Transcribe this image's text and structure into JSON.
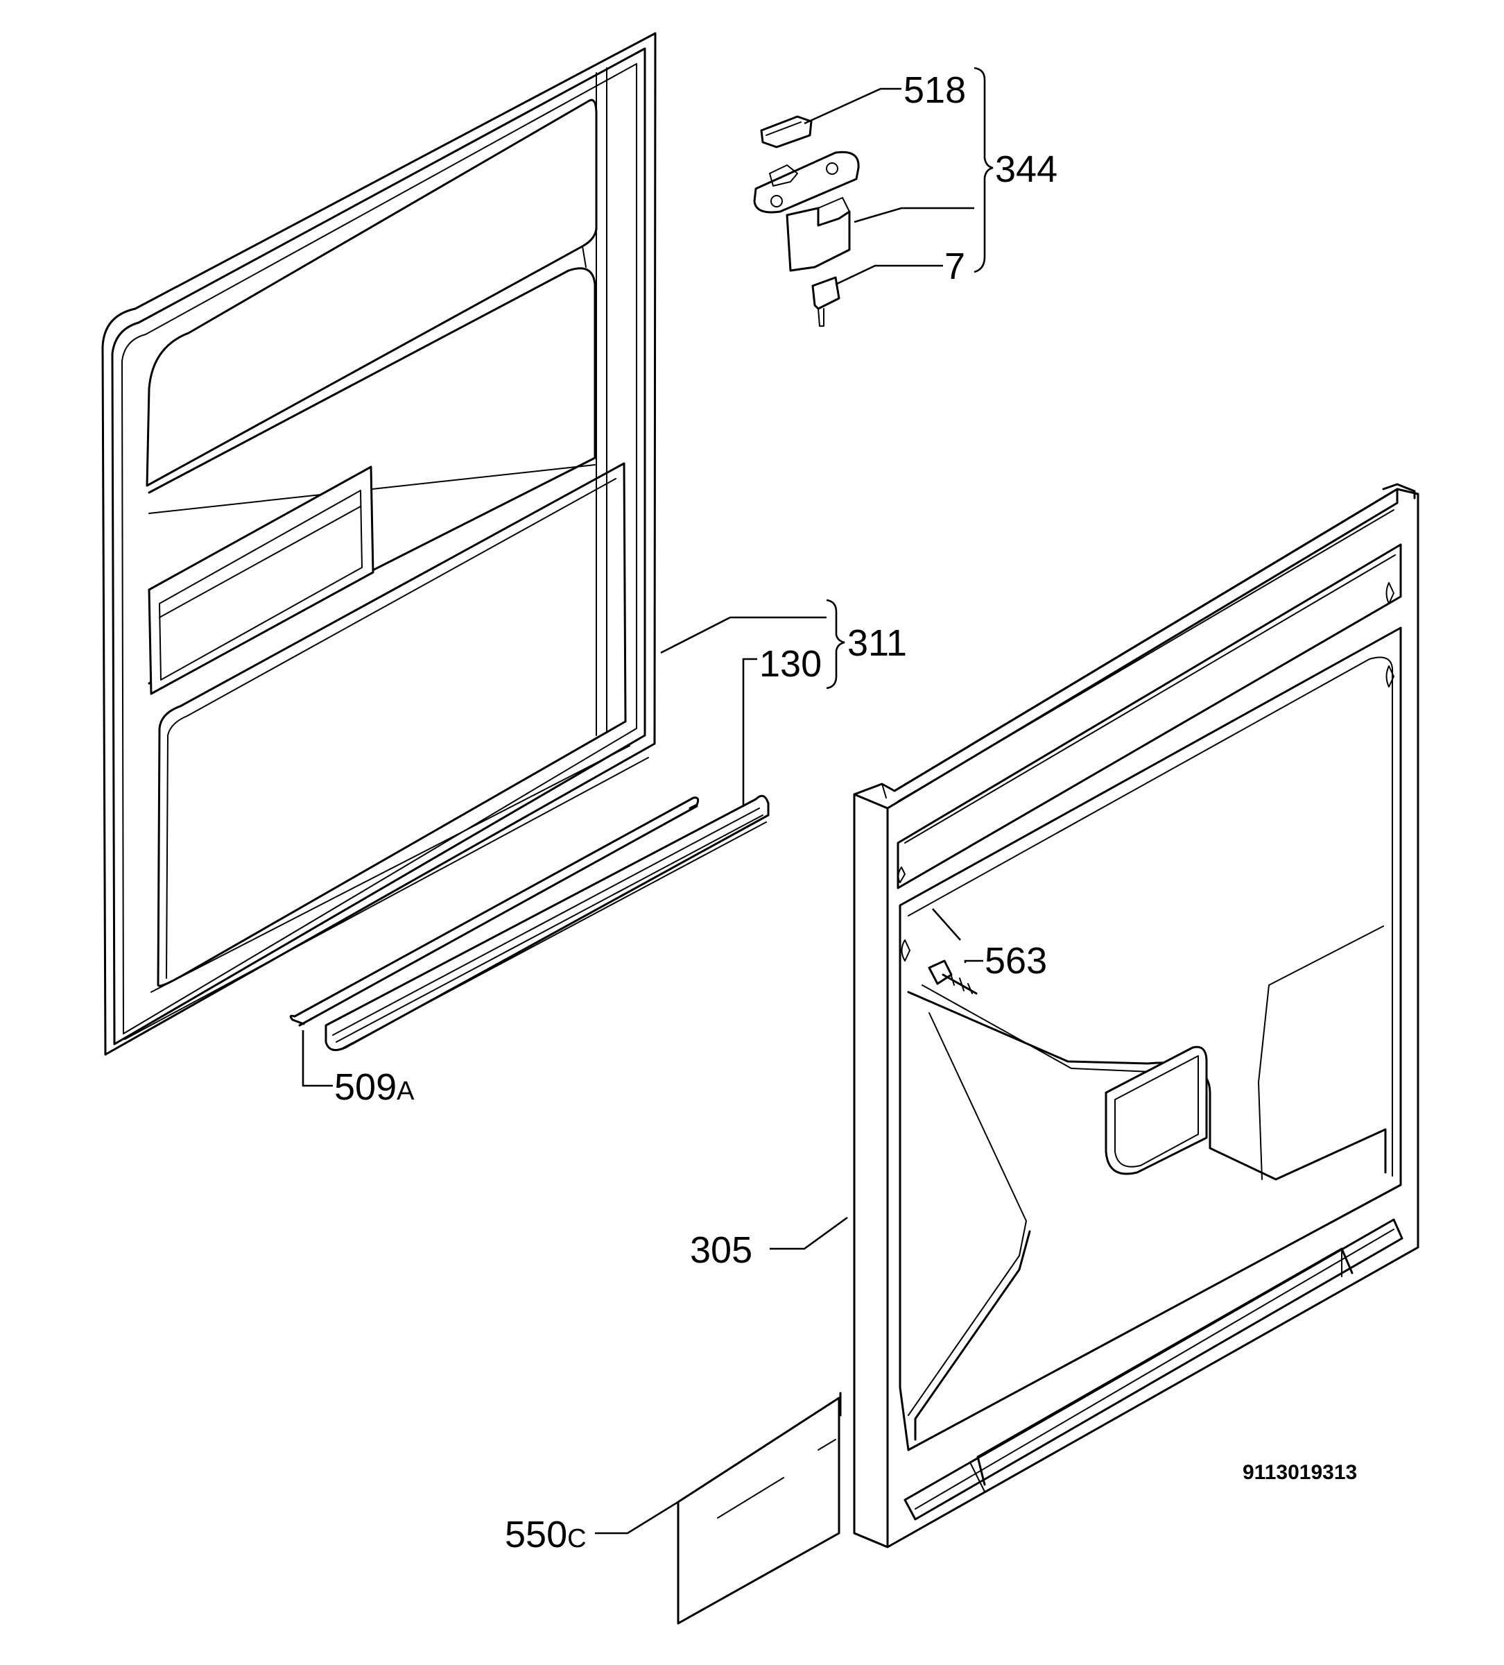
{
  "labels": {
    "p518": "518",
    "p344": "344",
    "p7": "7",
    "p311": "311",
    "p130": "130",
    "p509": "509",
    "p509_suffix": "A",
    "p563": "563",
    "p305": "305",
    "p550": "550",
    "p550_suffix": "C"
  },
  "reference_number": "9113019313"
}
